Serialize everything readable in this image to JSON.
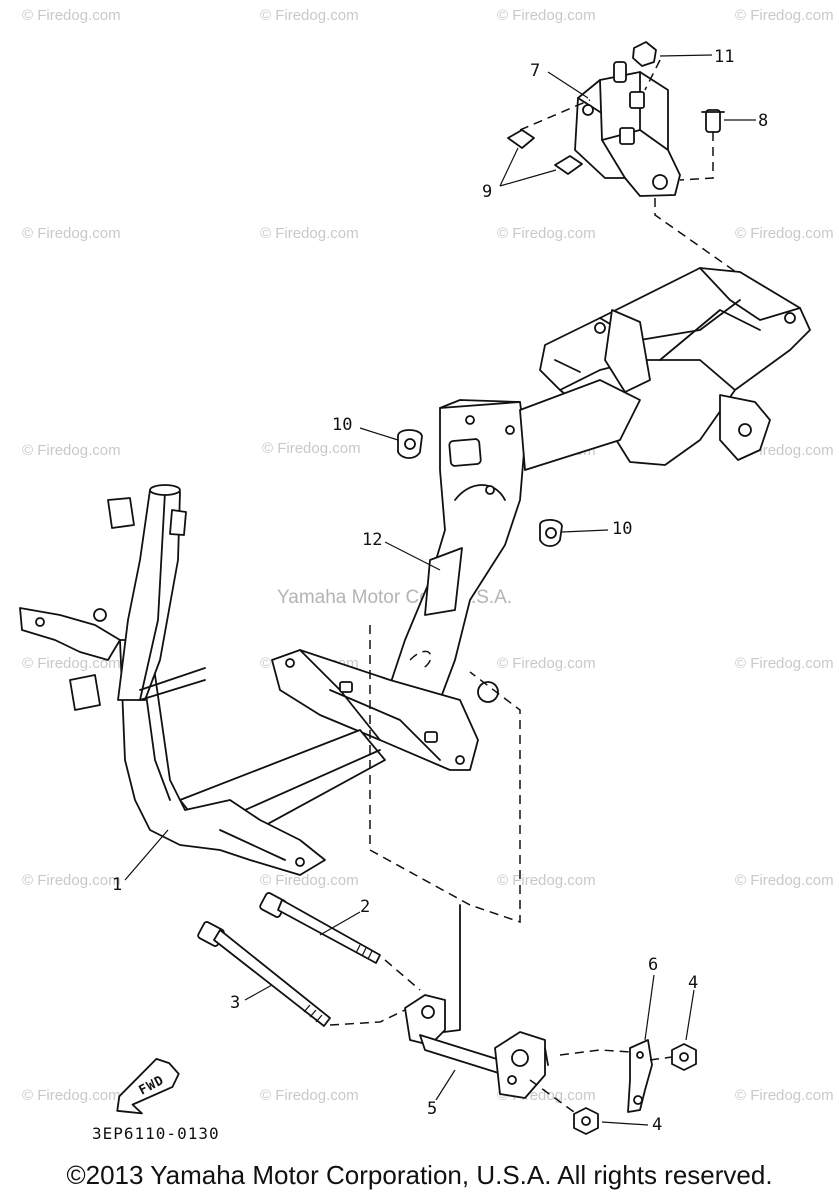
{
  "watermark": "© Firedog.com",
  "center_watermark": "Yamaha Motor Corp, U.S.A.",
  "callouts": [
    "1",
    "2",
    "3",
    "4",
    "4",
    "5",
    "6",
    "7",
    "8",
    "9",
    "10",
    "10",
    "11",
    "12"
  ],
  "fwd_label": "FWD",
  "diagram_code": "3EP6110-0130",
  "footer": "©2013 Yamaha Motor Corporation, U.S.A. All rights reserved."
}
